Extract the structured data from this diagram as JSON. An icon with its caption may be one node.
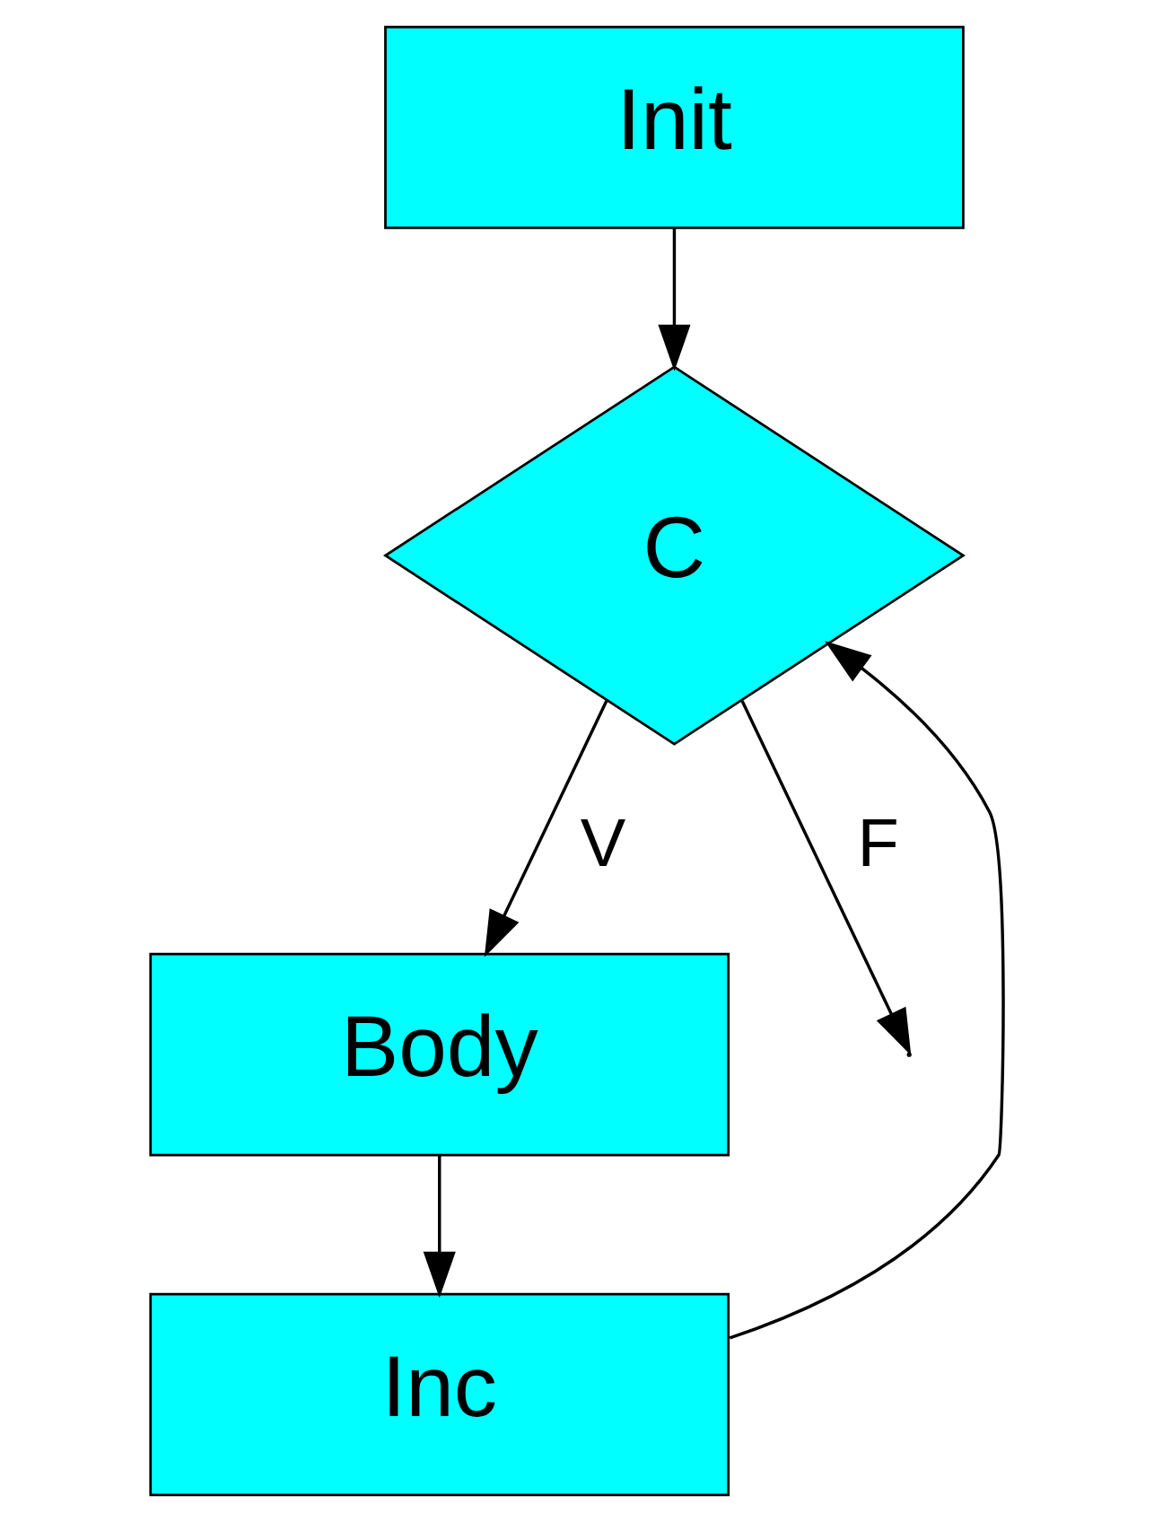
{
  "diagram": {
    "nodes": [
      {
        "text": [
          "Init"
        ]
      },
      {
        "text": [
          "C"
        ]
      },
      {
        "text": [
          "Body"
        ]
      },
      {
        "text": [
          "Inc"
        ]
      }
    ],
    "edges": [
      {
        "from": 0,
        "to": 1,
        "arrow": "to"
      },
      {
        "from": 1,
        "to": 2,
        "label": "V",
        "arrow": "to"
      },
      {
        "from": 2,
        "to": 3,
        "arrow": "to"
      },
      {
        "from": 3,
        "to": 1,
        "arrow": "to"
      },
      {
        "from": 1,
        "to": null,
        "label": "F",
        "arrow": "to"
      }
    ]
  }
}
